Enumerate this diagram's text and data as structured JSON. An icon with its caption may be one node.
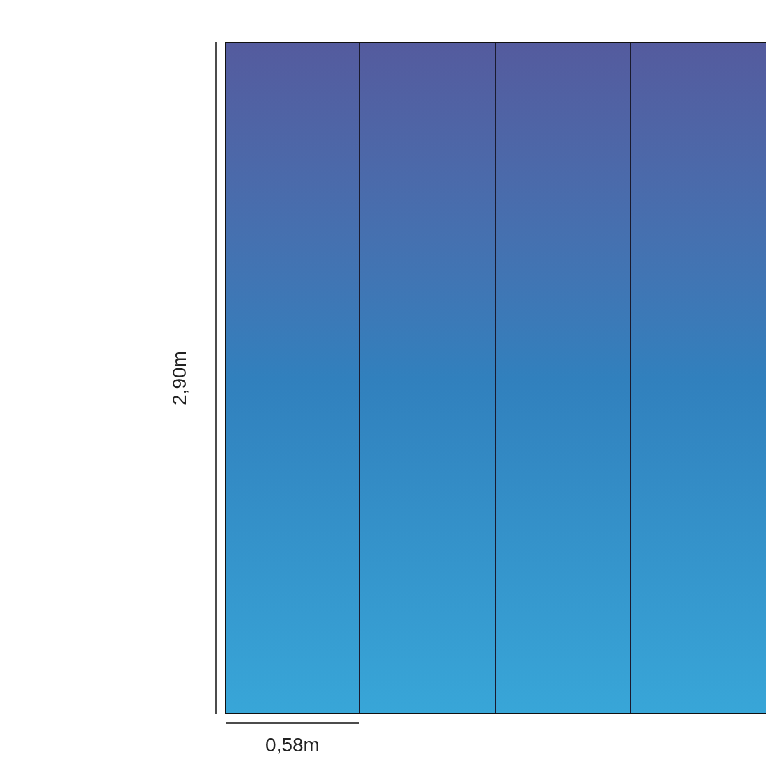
{
  "diagram": {
    "nodes": [
      {
        "text": [],
        "shape": "box"
      },
      {
        "text": [],
        "shape": "box"
      },
      {
        "text": [],
        "shape": "box"
      },
      {
        "text": [],
        "shape": "box"
      }
    ],
    "labels": [
      "2,90m",
      "0,58m"
    ]
  }
}
